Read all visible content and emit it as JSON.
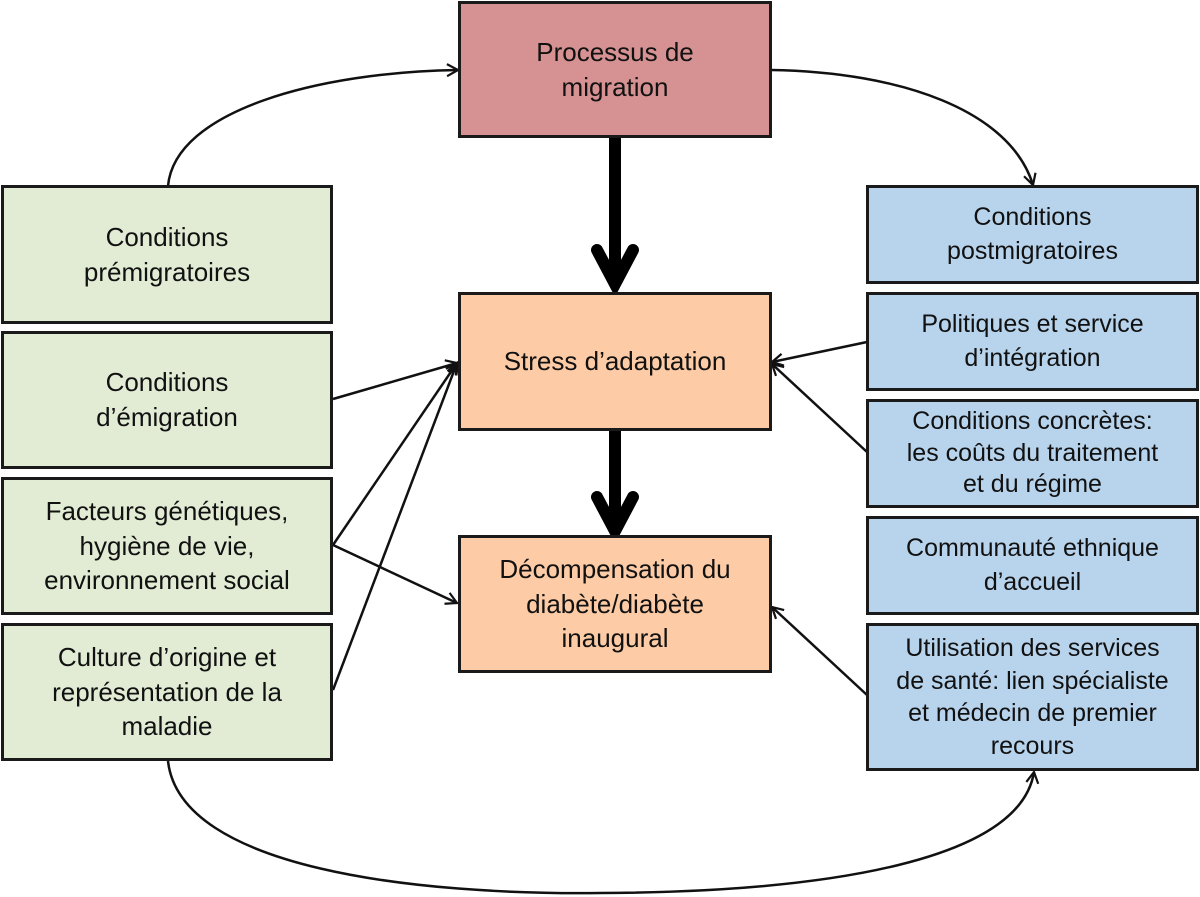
{
  "colors": {
    "migration": "#d69293",
    "center": "#fdcba5",
    "left": "#e2ecd5",
    "right": "#b8d3ec",
    "stroke": "#111111"
  },
  "nodes": {
    "migration": "Processus de\nmigration",
    "stress": "Stress d’adaptation",
    "decompensation": "Décompensation du\ndiabète/diabète\ninaugural",
    "left": [
      "Conditions\nprémigratoires",
      "Conditions\nd’émigration",
      "Facteurs génétiques,\nhygiène de vie,\nenvironnement social",
      "Culture d’origine et\nreprésentation de la\nmaladie"
    ],
    "right": [
      "Conditions\npostmigratoires",
      "Politiques et service\nd’intégration",
      "Conditions concrètes:\nles coûts du traitement\net du régime",
      "Communauté ethnique\nd’accueil",
      "Utilisation des services\nde santé: lien spécialiste\net médecin de premier\nrecours"
    ]
  },
  "edges": [
    {
      "from": "left.0",
      "to": "migration",
      "type": "curved"
    },
    {
      "from": "migration",
      "to": "right.0",
      "type": "curved"
    },
    {
      "from": "migration",
      "to": "stress",
      "type": "thick"
    },
    {
      "from": "stress",
      "to": "decompensation",
      "type": "thick"
    },
    {
      "from": "left.1",
      "to": "stress",
      "type": "thin"
    },
    {
      "from": "left.2",
      "to": "stress",
      "type": "thin"
    },
    {
      "from": "left.2",
      "to": "decompensation",
      "type": "thin"
    },
    {
      "from": "left.3",
      "to": "stress",
      "type": "thin"
    },
    {
      "from": "right.1",
      "to": "stress",
      "type": "thin"
    },
    {
      "from": "right.2",
      "to": "stress",
      "type": "thin"
    },
    {
      "from": "right.4",
      "to": "decompensation",
      "type": "thin"
    },
    {
      "from": "left.3",
      "to": "right.4",
      "type": "curved"
    }
  ]
}
